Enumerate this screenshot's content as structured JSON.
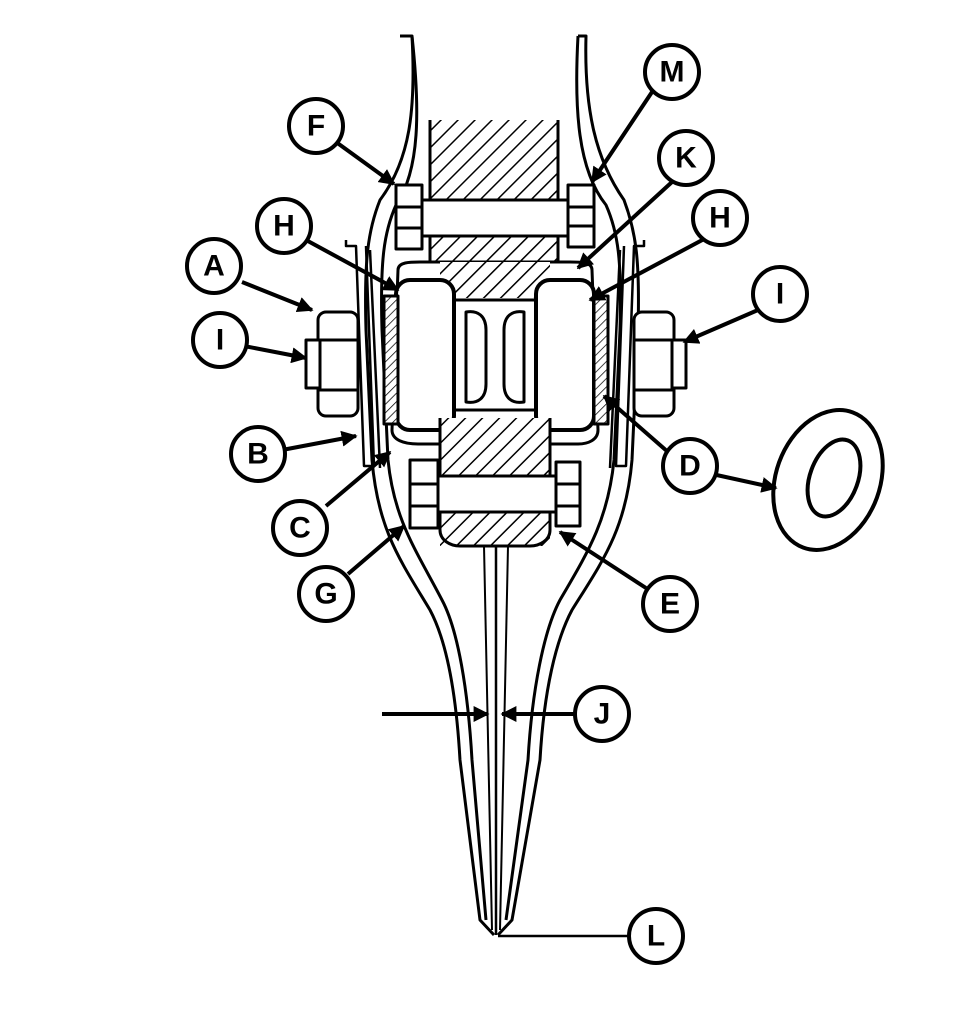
{
  "diagram": {
    "callouts": [
      {
        "id": "A",
        "label": "A"
      },
      {
        "id": "B",
        "label": "B"
      },
      {
        "id": "C",
        "label": "C"
      },
      {
        "id": "D",
        "label": "D"
      },
      {
        "id": "E",
        "label": "E"
      },
      {
        "id": "F",
        "label": "F"
      },
      {
        "id": "G",
        "label": "G"
      },
      {
        "id": "H1",
        "label": "H"
      },
      {
        "id": "H2",
        "label": "H"
      },
      {
        "id": "I1",
        "label": "I"
      },
      {
        "id": "I2",
        "label": "I"
      },
      {
        "id": "J",
        "label": "J"
      },
      {
        "id": "K",
        "label": "K"
      },
      {
        "id": "L",
        "label": "L"
      },
      {
        "id": "M",
        "label": "M"
      }
    ]
  }
}
